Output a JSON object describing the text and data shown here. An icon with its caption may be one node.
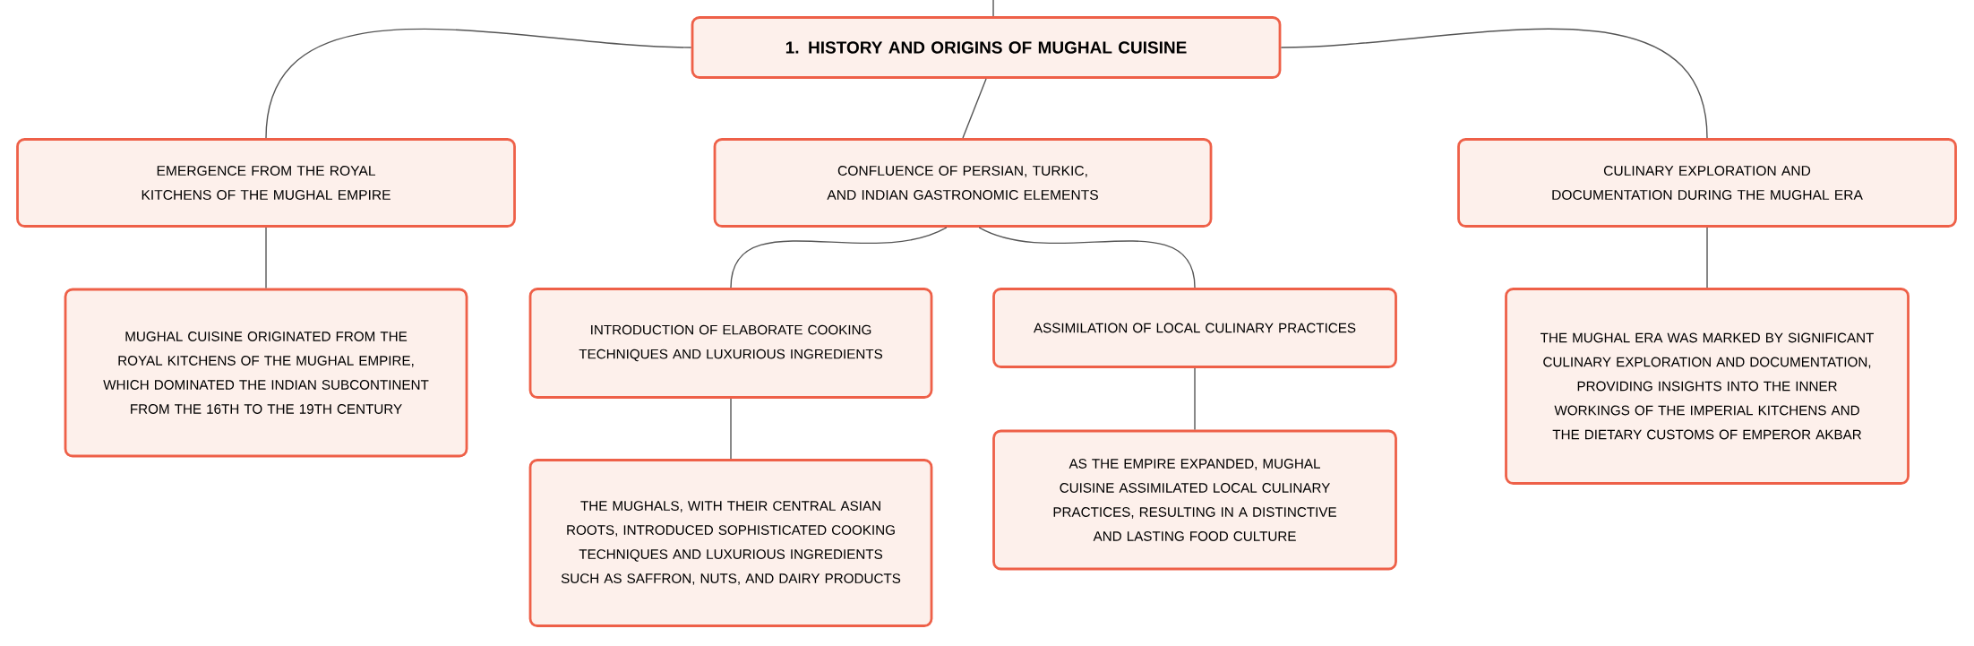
{
  "diagram": {
    "nodes": [
      {
        "text": [
          "1. HISTORY AND ORIGINS OF MUGHAL CUISINE"
        ]
      },
      {
        "text": [
          "EMERGENCE FROM THE ROYAL KITCHENS OF THE MUGHAL EMPIRE"
        ]
      },
      {
        "text": [
          "CONFLUENCE OF PERSIAN, TURKIC, AND INDIAN GASTRONOMIC ELEMENTS"
        ]
      },
      {
        "text": [
          "CULINARY EXPLORATION AND DOCUMENTATION DURING THE MUGHAL ERA"
        ]
      },
      {
        "text": [
          "MUGHAL CUISINE ORIGINATED FROM THE ROYAL KITCHENS OF THE MUGHAL EMPIRE, WHICH DOMINATED THE INDIAN SUBCONTINENT FROM THE 16TH TO THE 19TH CENTURY"
        ]
      },
      {
        "text": [
          "INTRODUCTION OF ELABORATE COOKING TECHNIQUES AND LUXURIOUS INGREDIENTS"
        ]
      },
      {
        "text": [
          "ASSIMILATION OF LOCAL CULINARY PRACTICES"
        ]
      },
      {
        "text": [
          "THE MUGHAL ERA WAS MARKED BY SIGNIFICANT CULINARY EXPLORATION AND DOCUMENTATION, PROVIDING INSIGHTS INTO THE INNER WORKINGS OF THE IMPERIAL KITCHENS AND THE DIETARY CUSTOMS OF EMPEROR AKBAR"
        ]
      },
      {
        "text": [
          "THE MUGHALS, WITH THEIR CENTRAL ASIAN ROOTS, INTRODUCED SOPHISTICATED COOKING TECHNIQUES AND LUXURIOUS INGREDIENTS SUCH AS SAFFRON, NUTS, AND DAIRY PRODUCTS"
        ]
      },
      {
        "text": [
          "AS THE EMPIRE EXPANDED, MUGHAL CUISINE ASSIMILATED LOCAL CULINARY PRACTICES, RESULTING IN A DISTINCTIVE AND LASTING FOOD CULTURE"
        ]
      }
    ],
    "edges": [
      {
        "from": null,
        "to": 0,
        "arrow": "none"
      },
      {
        "from": 0,
        "to": 1,
        "arrow": "none"
      },
      {
        "from": 0,
        "to": 2,
        "arrow": "none"
      },
      {
        "from": 0,
        "to": 3,
        "arrow": "none"
      },
      {
        "from": 1,
        "to": 4,
        "arrow": "none"
      },
      {
        "from": 2,
        "to": 5,
        "arrow": "none"
      },
      {
        "from": 2,
        "to": 6,
        "arrow": "none"
      },
      {
        "from": 3,
        "to": 7,
        "arrow": "none"
      },
      {
        "from": 5,
        "to": 8,
        "arrow": "none"
      },
      {
        "from": 6,
        "to": 9,
        "arrow": "none"
      }
    ]
  }
}
